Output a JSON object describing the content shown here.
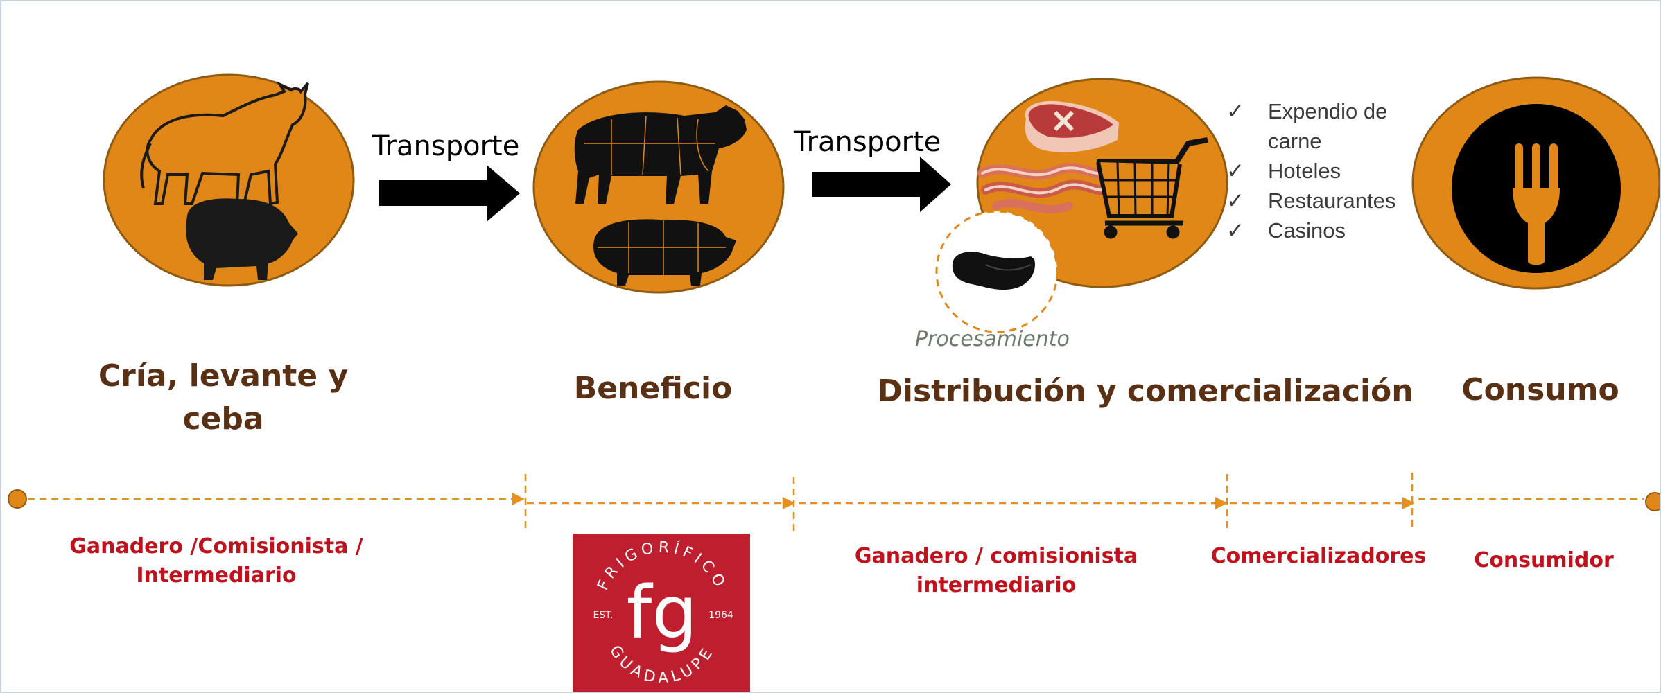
{
  "stages": [
    {
      "title_line1": "Cría, levante y",
      "title_line2": "ceba"
    },
    {
      "title": "Beneficio"
    },
    {
      "title": "Distribución y comercialización"
    },
    {
      "title": "Consumo"
    }
  ],
  "transport_labels": [
    "Transporte",
    "Transporte"
  ],
  "processing_label": "Procesamiento",
  "destinations": [
    "Expendio de",
    "carne",
    "Hoteles",
    "Restaurantes",
    "Casinos"
  ],
  "check_mark": "✓",
  "actors": {
    "a1_line1": "Ganadero /Comisionista /",
    "a1_line2": "Intermediario",
    "a3_line1": "Ganadero / comisionista",
    "a3_line2": "intermediario",
    "a4": "Comercializadores",
    "a5": "Consumidor"
  },
  "logo": {
    "arc_top": "FRIGORÍFICO",
    "arc_bottom": "GUADALUPE",
    "monogram": "fg",
    "est": "EST.",
    "year": "1964"
  },
  "colors": {
    "circle_fill": "#e08717",
    "circle_stroke": "#8f5a12",
    "timeline": "#e8901e",
    "stage_title": "#5a3015",
    "actor_text": "#c0121c",
    "logo_bg": "#be1e2d"
  }
}
